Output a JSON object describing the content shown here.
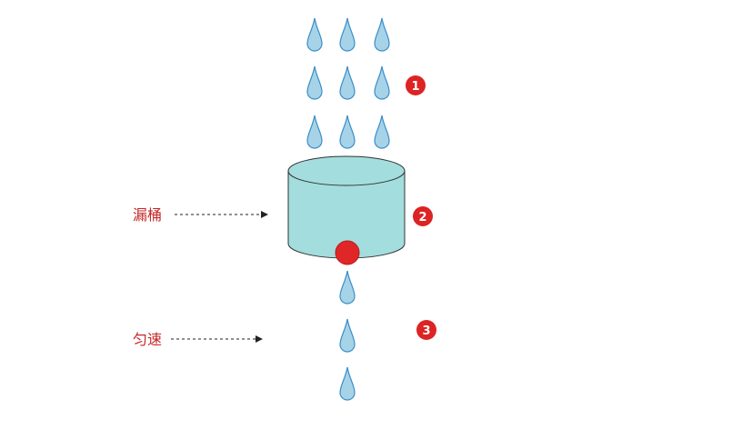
{
  "labels": {
    "bucket": "漏桶",
    "uniform": "匀速"
  },
  "badges": [
    "1",
    "2",
    "3"
  ],
  "colors": {
    "drop_fill": "#a7d3e8",
    "drop_stroke": "#3b8ec8",
    "bucket_fill": "#a3dddd",
    "bucket_stroke": "#333333",
    "hole_fill": "#e02727",
    "badge_fill": "#dd2323",
    "label_text": "#c62828",
    "arrow": "#222222"
  },
  "icons": {
    "drop": "water-drop-icon",
    "bucket": "bucket-cylinder-icon",
    "hole": "leak-hole-icon"
  }
}
